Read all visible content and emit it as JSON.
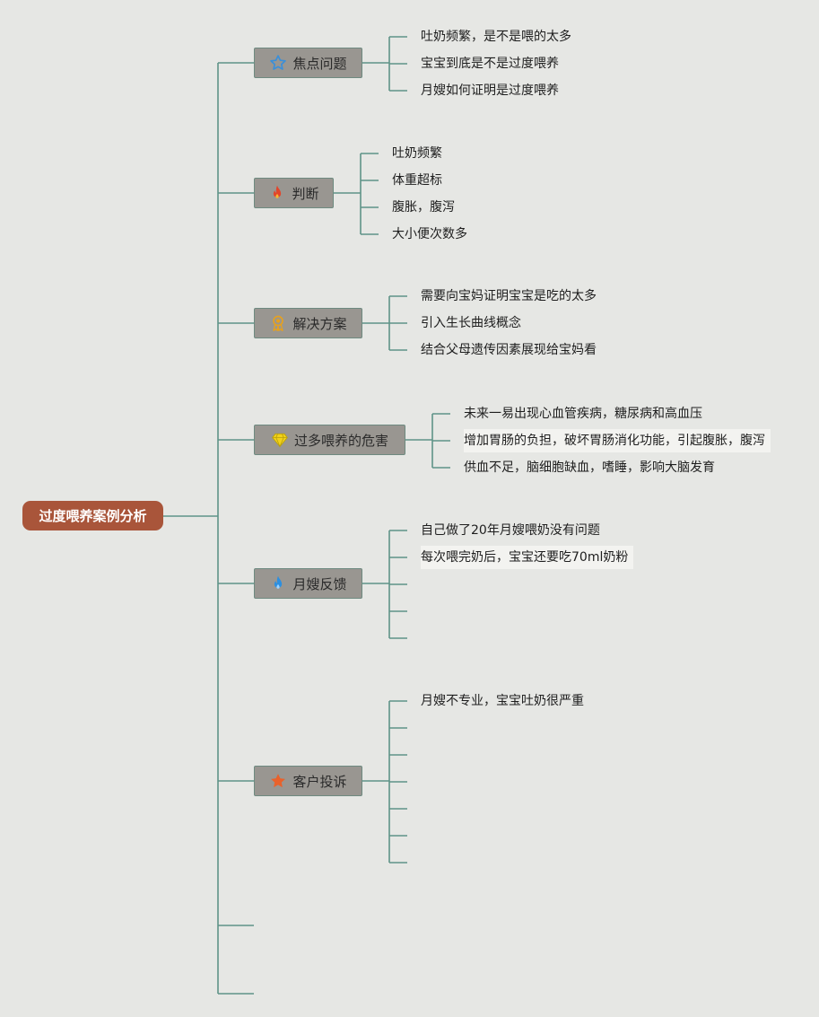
{
  "root": {
    "label": "过度喂养案例分析"
  },
  "branches": [
    {
      "label": "焦点问题",
      "icon": "star-outline-icon",
      "leaves": [
        "吐奶频繁，是不是喂的太多",
        "宝宝到底是不是过度喂养",
        "月嫂如何证明是过度喂养"
      ]
    },
    {
      "label": "判断",
      "icon": "fire-icon",
      "leaves": [
        "吐奶频繁",
        "体重超标",
        "腹胀，腹泻",
        "大小便次数多"
      ]
    },
    {
      "label": "解决方案",
      "icon": "medal-icon",
      "leaves": [
        "需要向宝妈证明宝宝是吃的太多",
        "引入生长曲线概念",
        "结合父母遗传因素展现给宝妈看"
      ]
    },
    {
      "label": "过多喂养的危害",
      "icon": "diamond-icon",
      "leaves": [
        "未来一易出现心血管疾病，糖尿病和高血压",
        "增加胃肠的负担，破坏胃肠消化功能，引起腹胀，腹泻",
        "供血不足，脑细胞缺血，嗜睡，影响大脑发育"
      ]
    },
    {
      "label": "月嫂反馈",
      "icon": "water-flame-icon",
      "leaves": [
        "自己做了20年月嫂喂奶没有问题",
        "每次喂完奶后，宝宝还要吃70ml奶粉",
        "",
        "",
        ""
      ]
    },
    {
      "label": "客户投诉",
      "icon": "star-filled-icon",
      "leaves": [
        "月嫂不专业，宝宝吐奶很严重",
        "",
        "",
        "",
        "",
        "",
        ""
      ]
    }
  ],
  "colors": {
    "line": "#5e9488",
    "root": "#a9553a",
    "branch": "#999691",
    "background": "#e6e7e4"
  }
}
